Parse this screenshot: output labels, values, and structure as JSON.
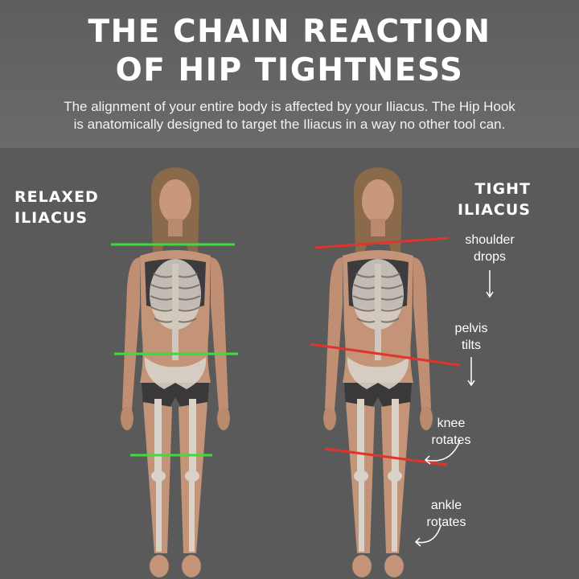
{
  "title": {
    "line1": "THE CHAIN REACTION",
    "line2": "OF HIP TIGHTNESS"
  },
  "subtitle": {
    "line1": "The alignment of your entire body is affected by your Iliacus. The Hip Hook",
    "line2": "is anatomically designed to target the Iliacus in a way no other tool can."
  },
  "left_panel": {
    "label_line1": "RELAXED",
    "label_line2": "ILIACUS",
    "line_color": "#3ddc3a"
  },
  "right_panel": {
    "label_line1": "TIGHT",
    "label_line2": "ILIACUS",
    "line_color": "#e0342c",
    "notes": {
      "shoulder": {
        "line1": "shoulder",
        "line2": "drops"
      },
      "pelvis": {
        "line1": "pelvis",
        "line2": "tilts"
      },
      "knee": {
        "line1": "knee",
        "line2": "rotates"
      },
      "ankle": {
        "line1": "ankle",
        "line2": "rotates"
      }
    }
  },
  "colors": {
    "skin": "#c49478",
    "bone": "#d9d4cc",
    "background": "#5a5a5a"
  }
}
